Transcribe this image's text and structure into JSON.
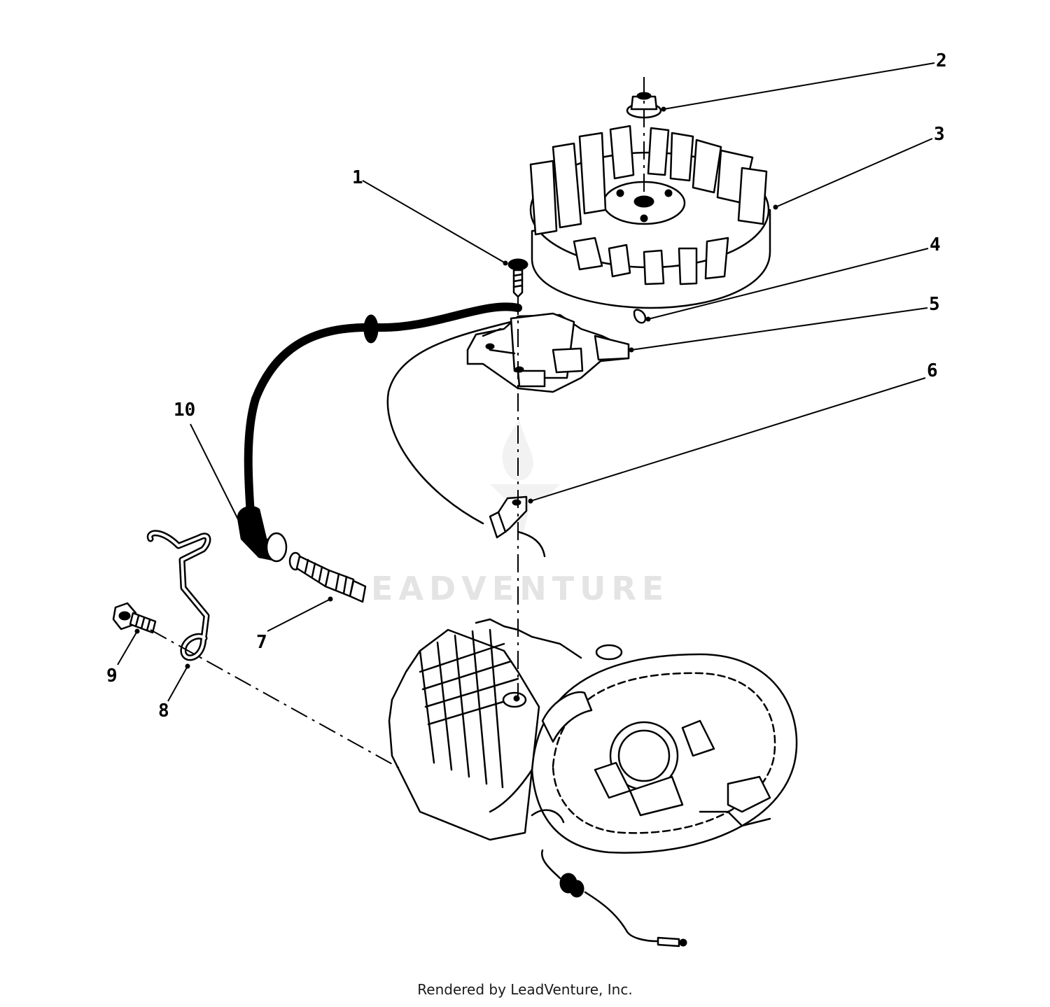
{
  "watermark": {
    "text": "EADVENTURE"
  },
  "callouts": [
    {
      "id": "1",
      "label": "1"
    },
    {
      "id": "2",
      "label": "2"
    },
    {
      "id": "3",
      "label": "3"
    },
    {
      "id": "4",
      "label": "4"
    },
    {
      "id": "5",
      "label": "5"
    },
    {
      "id": "6",
      "label": "6"
    },
    {
      "id": "7",
      "label": "7"
    },
    {
      "id": "8",
      "label": "8"
    },
    {
      "id": "9",
      "label": "9"
    },
    {
      "id": "10",
      "label": "10"
    }
  ],
  "footer": {
    "credit": "Rendered by LeadVenture, Inc."
  }
}
